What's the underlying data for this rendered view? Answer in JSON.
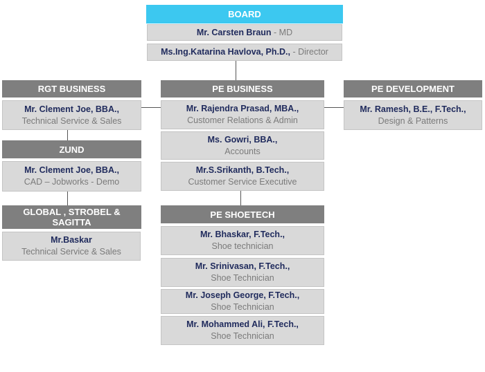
{
  "board": {
    "title": "BOARD",
    "members": [
      {
        "name": "Mr. Carsten Braun",
        "role": " - MD"
      },
      {
        "name": "Ms.Ing.Katarina Havlova, Ph.D.,",
        "role": " - Director"
      }
    ]
  },
  "rgt": {
    "title": "RGT BUSINESS",
    "members": [
      {
        "name": "Mr. Clement Joe, BBA.,",
        "role": "Technical Service  & Sales"
      }
    ]
  },
  "zund": {
    "title": "ZUND",
    "members": [
      {
        "name": "Mr. Clement Joe, BBA.,",
        "role": "CAD – Jobworks - Demo"
      }
    ]
  },
  "global": {
    "title": "GLOBAL , STROBEL & SAGITTA",
    "members": [
      {
        "name": "Mr.Baskar",
        "role": "Technical Service  & Sales"
      }
    ]
  },
  "pe_business": {
    "title": "PE BUSINESS",
    "members": [
      {
        "name": "Mr. Rajendra  Prasad, MBA.,",
        "role": "Customer Relations & Admin"
      },
      {
        "name": "Ms. Gowri, BBA.,",
        "role": "Accounts"
      },
      {
        "name": "Mr.S.Srikanth,   B.Tech.,",
        "role": "Customer Service  Executive"
      }
    ]
  },
  "pe_development": {
    "title": "PE DEVELOPMENT",
    "members": [
      {
        "name": "Mr. Ramesh,  B.E., F.Tech.,",
        "role": "Design & Patterns"
      }
    ]
  },
  "pe_shoetech": {
    "title": "PE SHOETECH",
    "members": [
      {
        "name": "Mr. Bhaskar,  F.Tech.,",
        "role": "Shoe technician"
      },
      {
        "name": "Mr. Srinivasan,  F.Tech.,",
        "role": "Shoe Technician"
      },
      {
        "name": "Mr. Joseph George, F.Tech.,",
        "role": "Shoe Technician"
      },
      {
        "name": "Mr. Mohammed  Ali,   F.Tech.,",
        "role": "Shoe Technician"
      }
    ]
  },
  "colors": {
    "board_header": "#3cc8f0",
    "dept_header": "#7f7f7f",
    "card_bg": "#d9d9d9",
    "name_text": "#1f2a5c",
    "role_text": "#7a7a7a"
  }
}
